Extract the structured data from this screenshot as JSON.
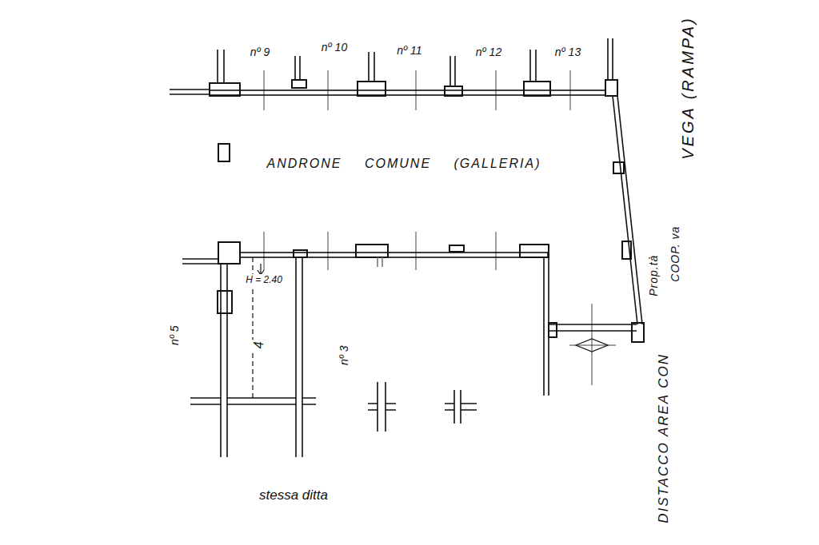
{
  "diagram": {
    "labels": [
      "nº 9",
      "nº 10",
      "nº 11",
      "nº 12",
      "nº 13",
      "ANDRONE COMUNE (GALLERIA)",
      "VEGA (RAMPA)",
      "Prop.tà",
      "COOP. va",
      "DISTACCO AREA CON",
      "H = 2.40",
      "4",
      "nº 5",
      "nº 3",
      "stessa ditta"
    ]
  }
}
